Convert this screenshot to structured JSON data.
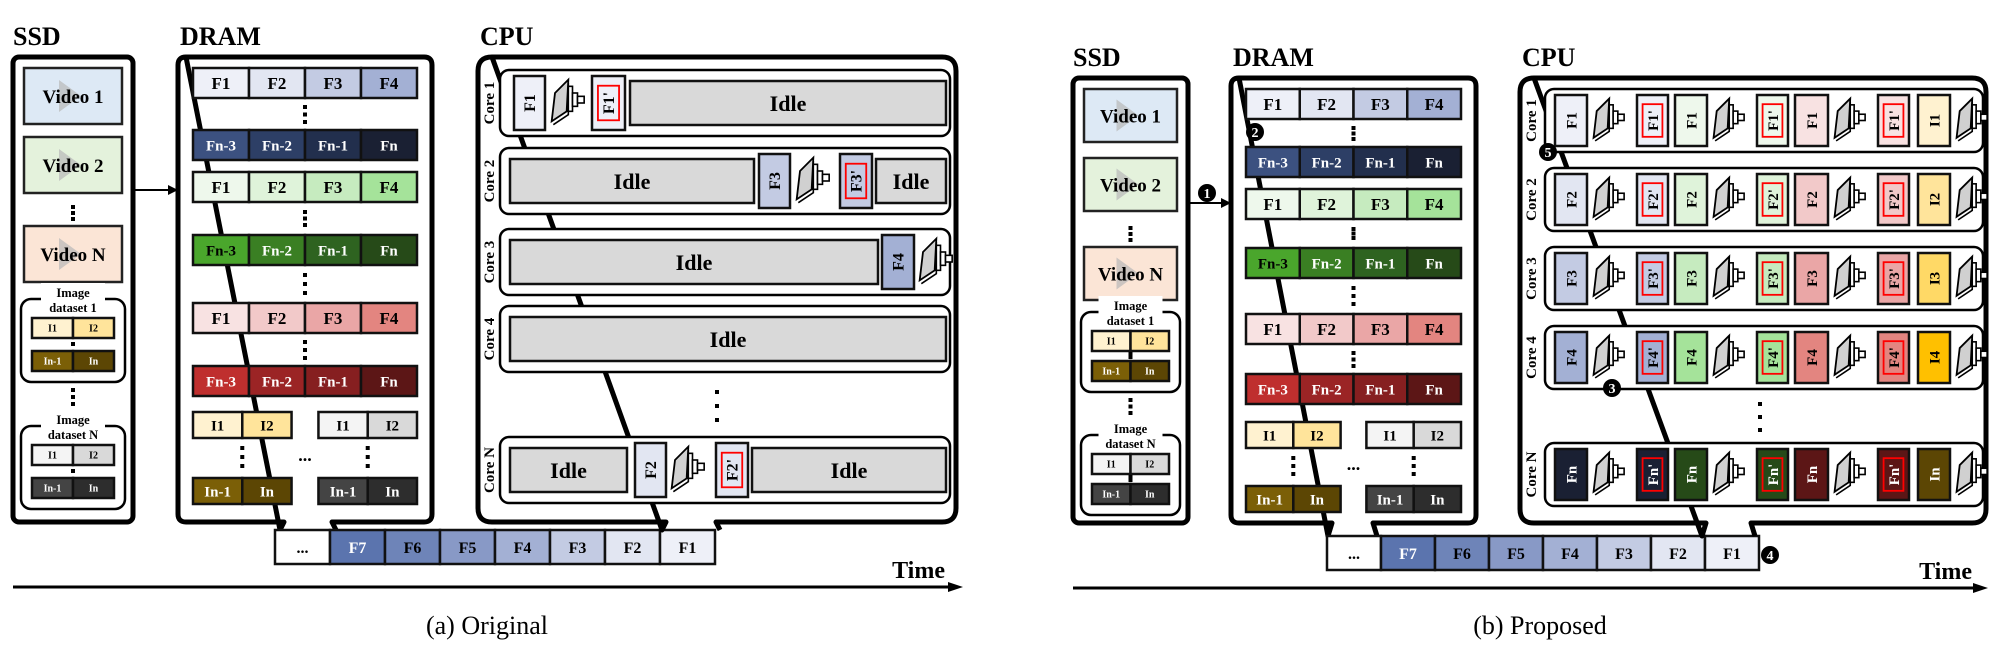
{
  "colors": {
    "blue": [
      "#eef0f8",
      "#e2e6f2",
      "#c3cbe3",
      "#a3b0d4"
    ],
    "blue_dark": [
      "#3c5180",
      "#2d3f66",
      "#222f4d",
      "#1a2033"
    ],
    "green": [
      "#eef8ec",
      "#dff3da",
      "#c6ebbf",
      "#a5e39a"
    ],
    "green_dark": [
      "#4aa62c",
      "#3a7f23",
      "#2e6320",
      "#264a18"
    ],
    "red": [
      "#f8e2e2",
      "#f2c9c9",
      "#eaa6a6",
      "#e38580"
    ],
    "red_dark": [
      "#bf2f2e",
      "#9b2425",
      "#861f20",
      "#5c1616"
    ],
    "img1": [
      "#fff2d0",
      "#ffe49b"
    ],
    "img1_dark": [
      "#7b5f07",
      "#5c4604"
    ],
    "img2": [
      "#f4f4f4",
      "#d9d9d9"
    ],
    "img2_dark": [
      "#444444",
      "#2d2d2d"
    ],
    "queue": [
      "#5b74ae",
      "#6e84b8",
      "#8899c6",
      "#a3b0d4",
      "#c3cbe3",
      "#e2e6f2",
      "#eef0f8"
    ],
    "video": [
      "#dde9f5",
      "#e4f2dc",
      "#fbe5d6"
    ],
    "idle": "#d9d9d9",
    "icon": "#d0d0d0",
    "highlight": "#ff0000",
    "img_core": [
      "#fff2d0",
      "#ffe49b",
      "#ffd966",
      "#ffc000",
      "#5c4604"
    ]
  },
  "panels": [
    {
      "caption": "(a) Original",
      "ssd": {
        "title": "SSD",
        "videos": [
          "Video 1",
          "Video 2",
          "Video N"
        ],
        "datasets": [
          {
            "label_line1": "Image",
            "label_line2": "dataset 1",
            "top": [
              "I1",
              "I2"
            ],
            "bottom": [
              "In-1",
              "In"
            ]
          },
          {
            "label_line1": "Image",
            "label_line2": "dataset N",
            "top": [
              "I1",
              "I2"
            ],
            "bottom": [
              "In-1",
              "In"
            ]
          }
        ]
      },
      "dram": {
        "title": "DRAM",
        "frame_rows": [
          [
            "F1",
            "F2",
            "F3",
            "F4"
          ],
          [
            "Fn-3",
            "Fn-2",
            "Fn-1",
            "Fn"
          ]
        ],
        "image_rows": {
          "top": [
            "I1",
            "I2"
          ],
          "bottom": [
            "In-1",
            "In"
          ]
        },
        "ellipsis": "..."
      },
      "cpu": {
        "title": "CPU",
        "cores": [
          {
            "label": "Core 1",
            "segments": [
              {
                "type": "frame",
                "text": "F1"
              },
              {
                "type": "icon"
              },
              {
                "type": "result",
                "text": "F1'"
              },
              {
                "type": "idle",
                "text": "Idle"
              }
            ]
          },
          {
            "label": "Core 2",
            "segments": [
              {
                "type": "idle",
                "text": "Idle"
              },
              {
                "type": "frame",
                "text": "F3"
              },
              {
                "type": "icon"
              },
              {
                "type": "result",
                "text": "F3'"
              },
              {
                "type": "idle",
                "text": "Idle"
              }
            ]
          },
          {
            "label": "Core 3",
            "segments": [
              {
                "type": "idle",
                "text": "Idle"
              },
              {
                "type": "frame",
                "text": "F4"
              },
              {
                "type": "icon"
              }
            ]
          },
          {
            "label": "Core 4",
            "segments": [
              {
                "type": "idle",
                "text": "Idle"
              }
            ]
          },
          {
            "label": "Core N",
            "segments": [
              {
                "type": "idle",
                "text": "Idle"
              },
              {
                "type": "frame",
                "text": "F2"
              },
              {
                "type": "icon"
              },
              {
                "type": "result",
                "text": "F2'"
              },
              {
                "type": "idle",
                "text": "Idle"
              }
            ]
          }
        ]
      },
      "queue": [
        "...",
        "F7",
        "F6",
        "F5",
        "F4",
        "F3",
        "F2",
        "F1"
      ],
      "time_label": "Time"
    },
    {
      "caption": "(b) Proposed",
      "ssd": {
        "title": "SSD",
        "videos": [
          "Video 1",
          "Video 2",
          "Video N"
        ],
        "datasets": [
          {
            "label_line1": "Image",
            "label_line2": "dataset 1",
            "top": [
              "I1",
              "I2"
            ],
            "bottom": [
              "In-1",
              "In"
            ]
          },
          {
            "label_line1": "Image",
            "label_line2": "dataset N",
            "top": [
              "I1",
              "I2"
            ],
            "bottom": [
              "In-1",
              "In"
            ]
          }
        ]
      },
      "dram": {
        "title": "DRAM",
        "frame_rows": [
          [
            "F1",
            "F2",
            "F3",
            "F4"
          ],
          [
            "Fn-3",
            "Fn-2",
            "Fn-1",
            "Fn"
          ]
        ],
        "image_rows": {
          "top": [
            "I1",
            "I2"
          ],
          "bottom": [
            "In-1",
            "In"
          ]
        },
        "ellipsis": "..."
      },
      "cpu": {
        "title": "CPU",
        "cores": [
          {
            "label": "Core 1",
            "frames": [
              "F1",
              "F1'",
              "F1",
              "F1'",
              "F1",
              "F1'",
              "I1"
            ]
          },
          {
            "label": "Core 2",
            "frames": [
              "F2",
              "F2'",
              "F2",
              "F2'",
              "F2",
              "F2'",
              "I2"
            ]
          },
          {
            "label": "Core 3",
            "frames": [
              "F3",
              "F3'",
              "F3",
              "F3'",
              "F3",
              "F3'",
              "I3"
            ]
          },
          {
            "label": "Core 4",
            "frames": [
              "F4",
              "F4'",
              "F4",
              "F4'",
              "F4",
              "F4'",
              "I4"
            ]
          },
          {
            "label": "Core N",
            "frames": [
              "Fn",
              "Fn'",
              "Fn",
              "Fn'",
              "Fn",
              "Fn'",
              "In"
            ]
          }
        ]
      },
      "queue": [
        "...",
        "F7",
        "F6",
        "F5",
        "F4",
        "F3",
        "F2",
        "F1"
      ],
      "time_label": "Time",
      "badges": [
        "1",
        "2",
        "3",
        "4",
        "5"
      ]
    }
  ]
}
